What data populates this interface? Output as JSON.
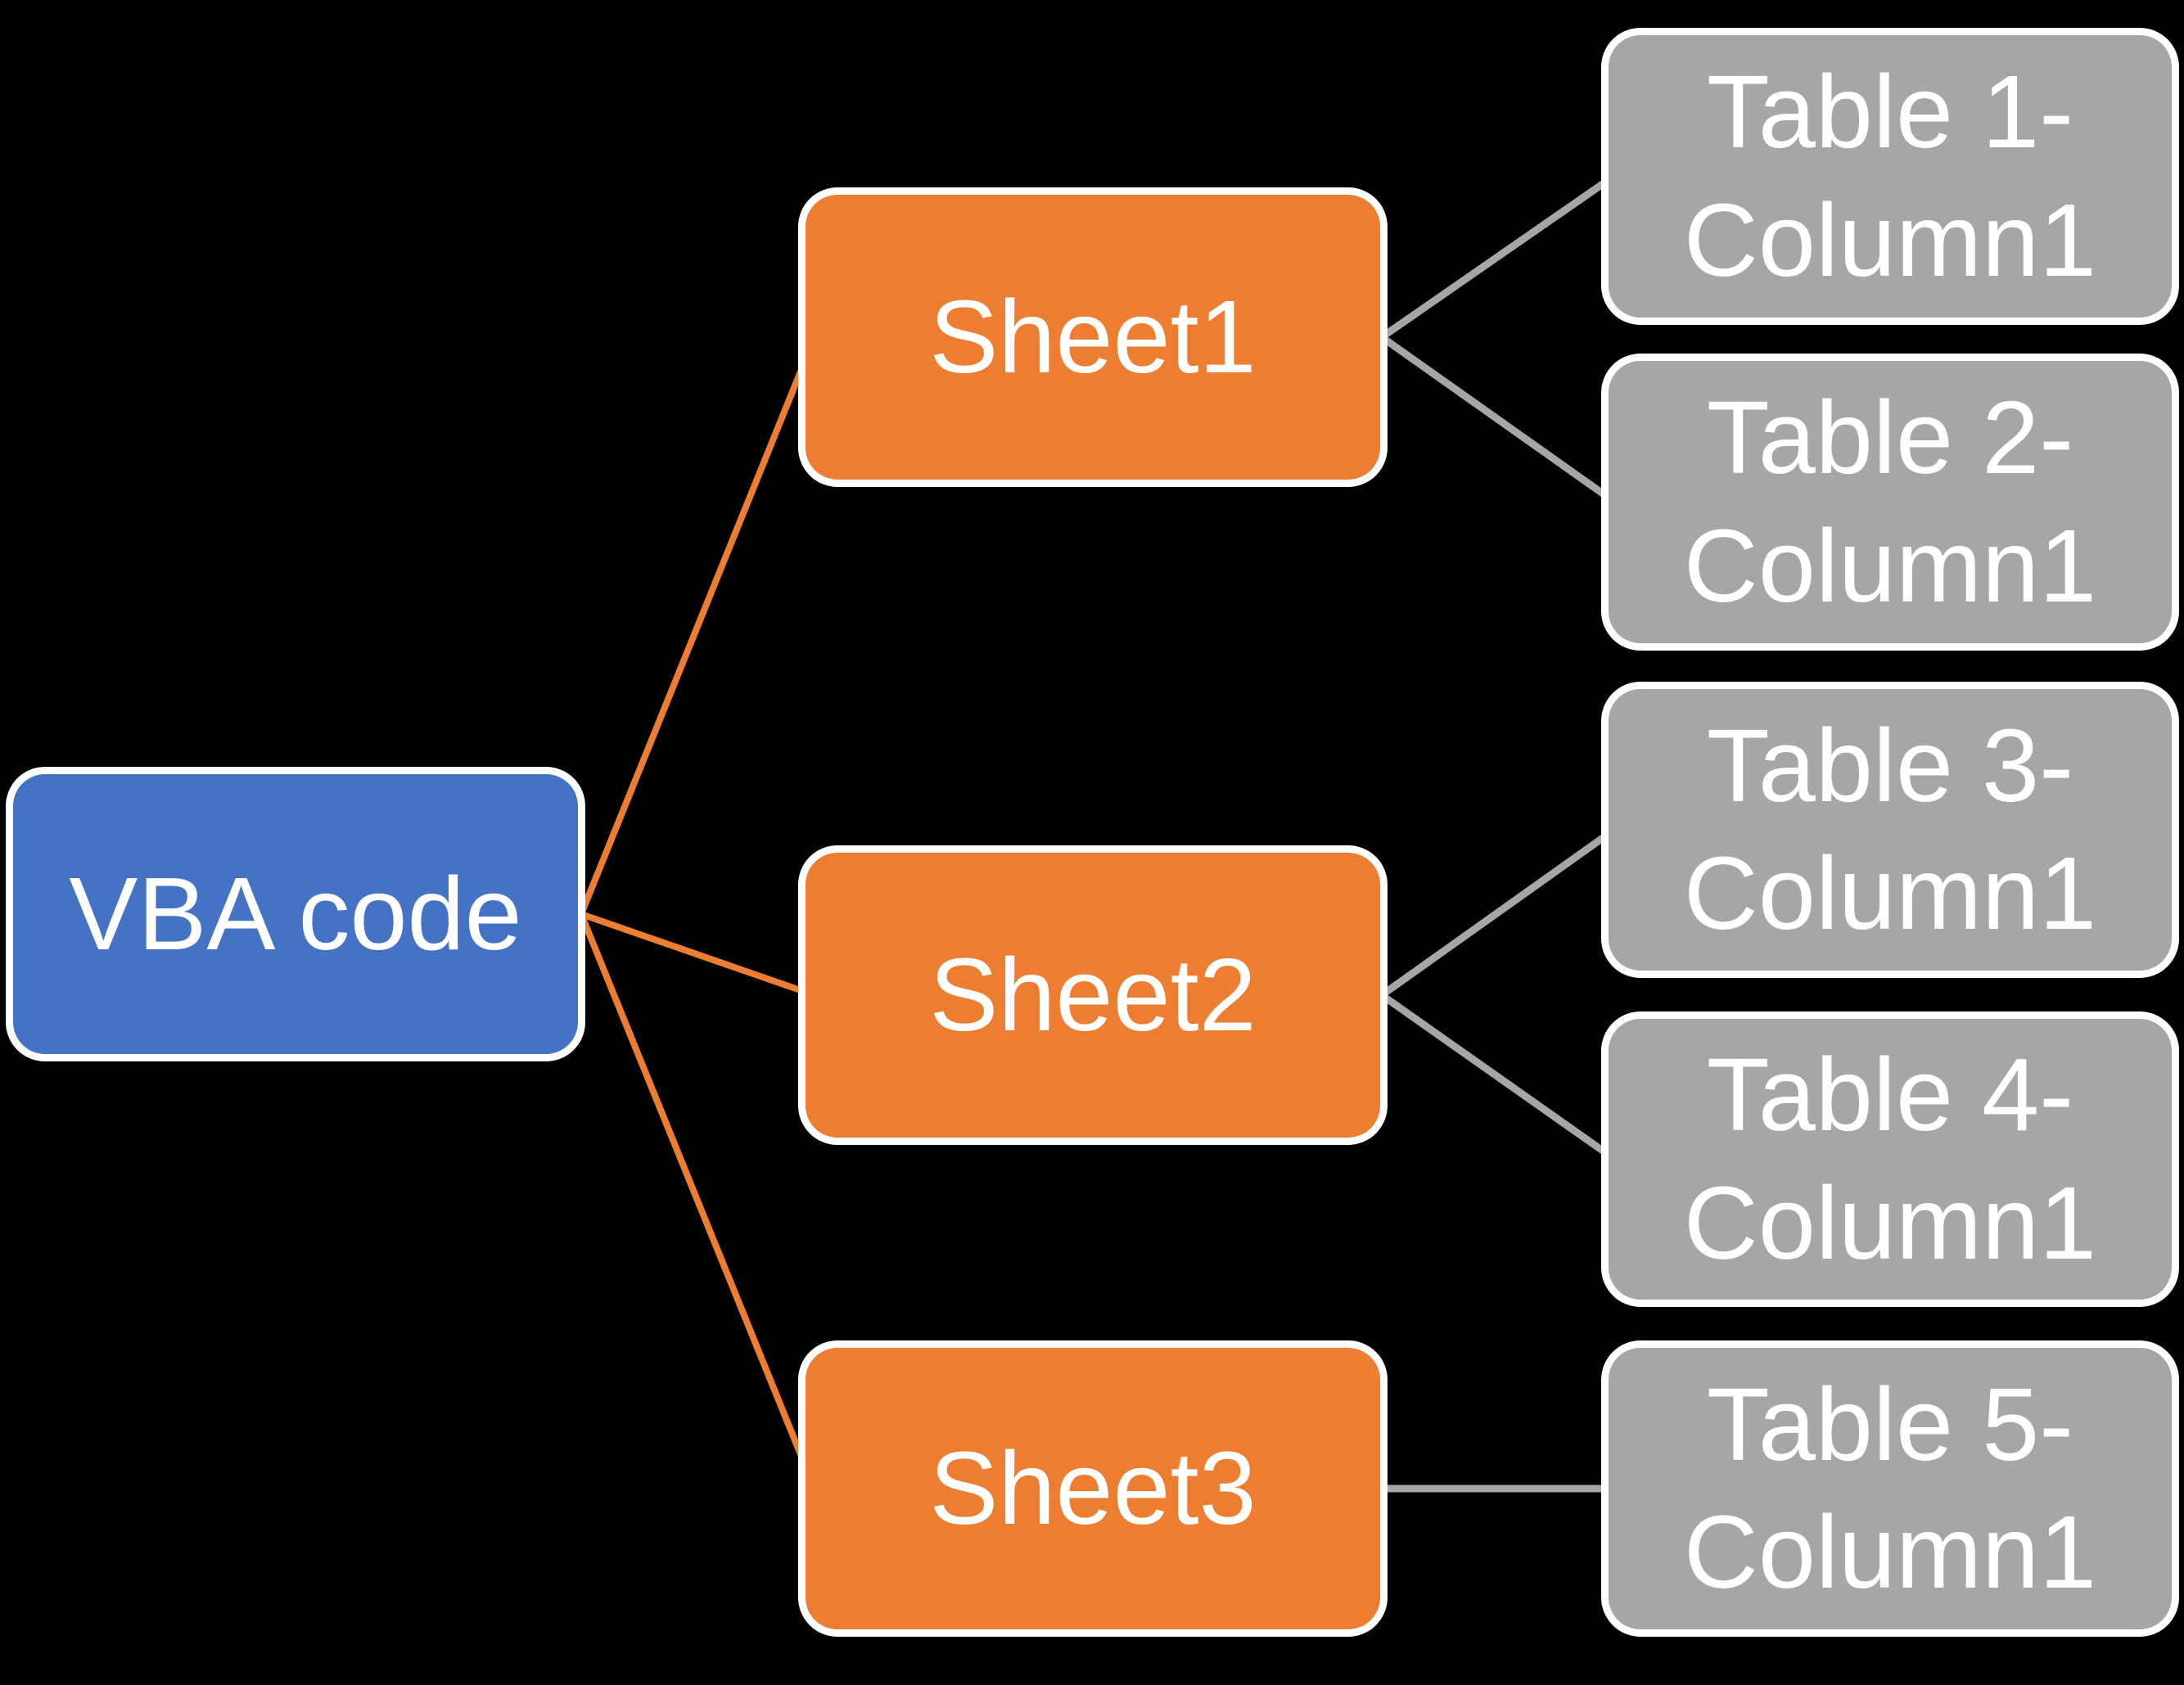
{
  "diagram": {
    "type": "smartart-hierarchy",
    "background_color": "#000000",
    "colors": {
      "root_fill": "#4472C4",
      "sheet_fill": "#ED7D31",
      "table_fill": "#A6A6A6",
      "root_to_sheet_line": "#ED7D31",
      "sheet_to_table_line": "#A6A6A6",
      "box_border": "#FFFFFF",
      "text": "#FFFFFF"
    },
    "nodes": {
      "root": {
        "label": "VBA code"
      },
      "sheets": [
        {
          "label": "Sheet1"
        },
        {
          "label": "Sheet2"
        },
        {
          "label": "Sheet3"
        }
      ],
      "tables": [
        {
          "label": "Table 1-Column1"
        },
        {
          "label": "Table 2-Column1"
        },
        {
          "label": "Table 3-Column1"
        },
        {
          "label": "Table 4-Column1"
        },
        {
          "label": "Table 5-Column1"
        }
      ]
    },
    "edges": [
      {
        "from": "VBA code",
        "to": "Sheet1"
      },
      {
        "from": "VBA code",
        "to": "Sheet2"
      },
      {
        "from": "VBA code",
        "to": "Sheet3"
      },
      {
        "from": "Sheet1",
        "to": "Table 1-Column1"
      },
      {
        "from": "Sheet1",
        "to": "Table 2-Column1"
      },
      {
        "from": "Sheet2",
        "to": "Table 3-Column1"
      },
      {
        "from": "Sheet2",
        "to": "Table 4-Column1"
      },
      {
        "from": "Sheet3",
        "to": "Table 5-Column1"
      }
    ]
  }
}
